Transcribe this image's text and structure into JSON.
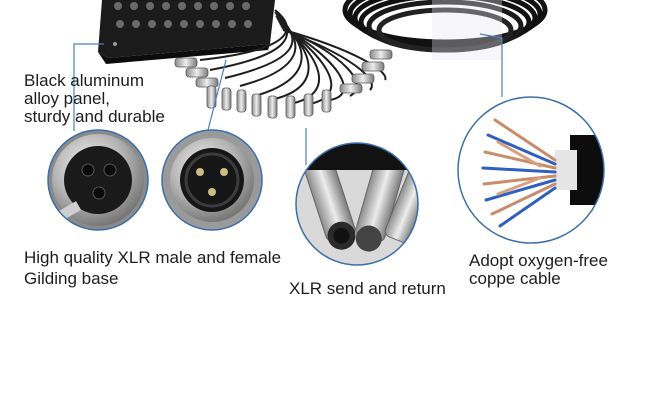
{
  "captions": {
    "panel": [
      "Black aluminum",
      "alloy panel,",
      "sturdy and durable"
    ],
    "xlr": [
      "High quality XLR male and female",
      "Gilding base"
    ],
    "send": [
      "XLR send and return"
    ],
    "cable": [
      "Adopt oxygen-free",
      "coppe cable"
    ]
  },
  "colors": {
    "callout_circle": "#3b6fa8",
    "callout_line": "#4a7fbf",
    "panel_body": "#1b1b1b",
    "cable": "#151515",
    "metal": "#b8b8b8"
  }
}
